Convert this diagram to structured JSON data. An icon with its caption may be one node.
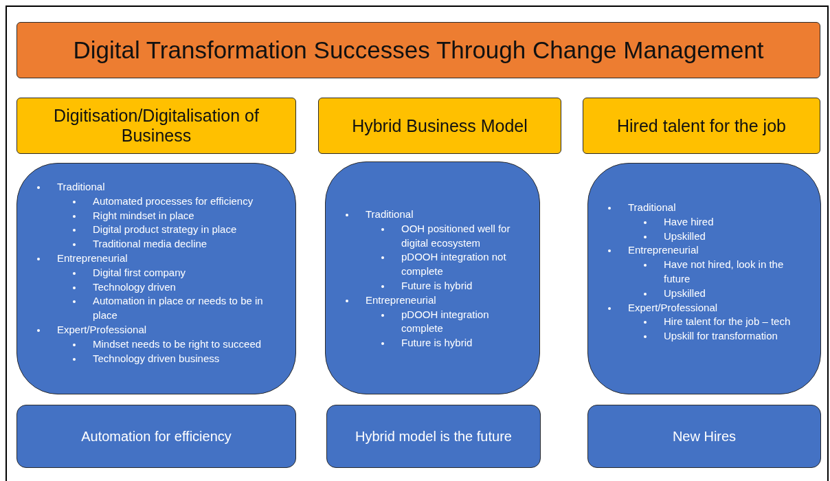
{
  "diagram": {
    "nodes": [
      {
        "text": [
          "Digital Transformation Successes Through Change Management"
        ]
      },
      {
        "text": [
          "Digitisation/Digitalisation of Business"
        ]
      },
      {
        "text": [
          "Hybrid Business Model"
        ]
      },
      {
        "text": [
          "Hired talent for the job"
        ]
      },
      {
        "text": [
          "Traditional",
          "Automated processes for efficiency",
          "Right mindset in place",
          "Digital product strategy in place",
          "Traditional media decline",
          "Entrepreneurial",
          "Digital first company",
          "Technology driven",
          "Automation in place or needs to be in place",
          "Expert/Professional",
          "Mindset needs to be right to succeed",
          "Technology driven business"
        ]
      },
      {
        "text": [
          "Traditional",
          "OOH positioned well for digital ecosystem",
          "pDOOH integration not complete",
          "Future is hybrid",
          "Entrepreneurial",
          "pDOOH integration complete",
          "Future is hybrid"
        ]
      },
      {
        "text": [
          "Traditional",
          "Have hired",
          "Upskilled",
          "Entrepreneurial",
          "Have not hired, look in the future",
          "Upskilled",
          "Expert/Professional",
          "Hire talent for the job – tech",
          "Upskill for transformation"
        ]
      },
      {
        "text": [
          "Automation for efficiency"
        ]
      },
      {
        "text": [
          "Hybrid model is the future"
        ]
      },
      {
        "text": [
          "New Hires"
        ]
      }
    ]
  }
}
